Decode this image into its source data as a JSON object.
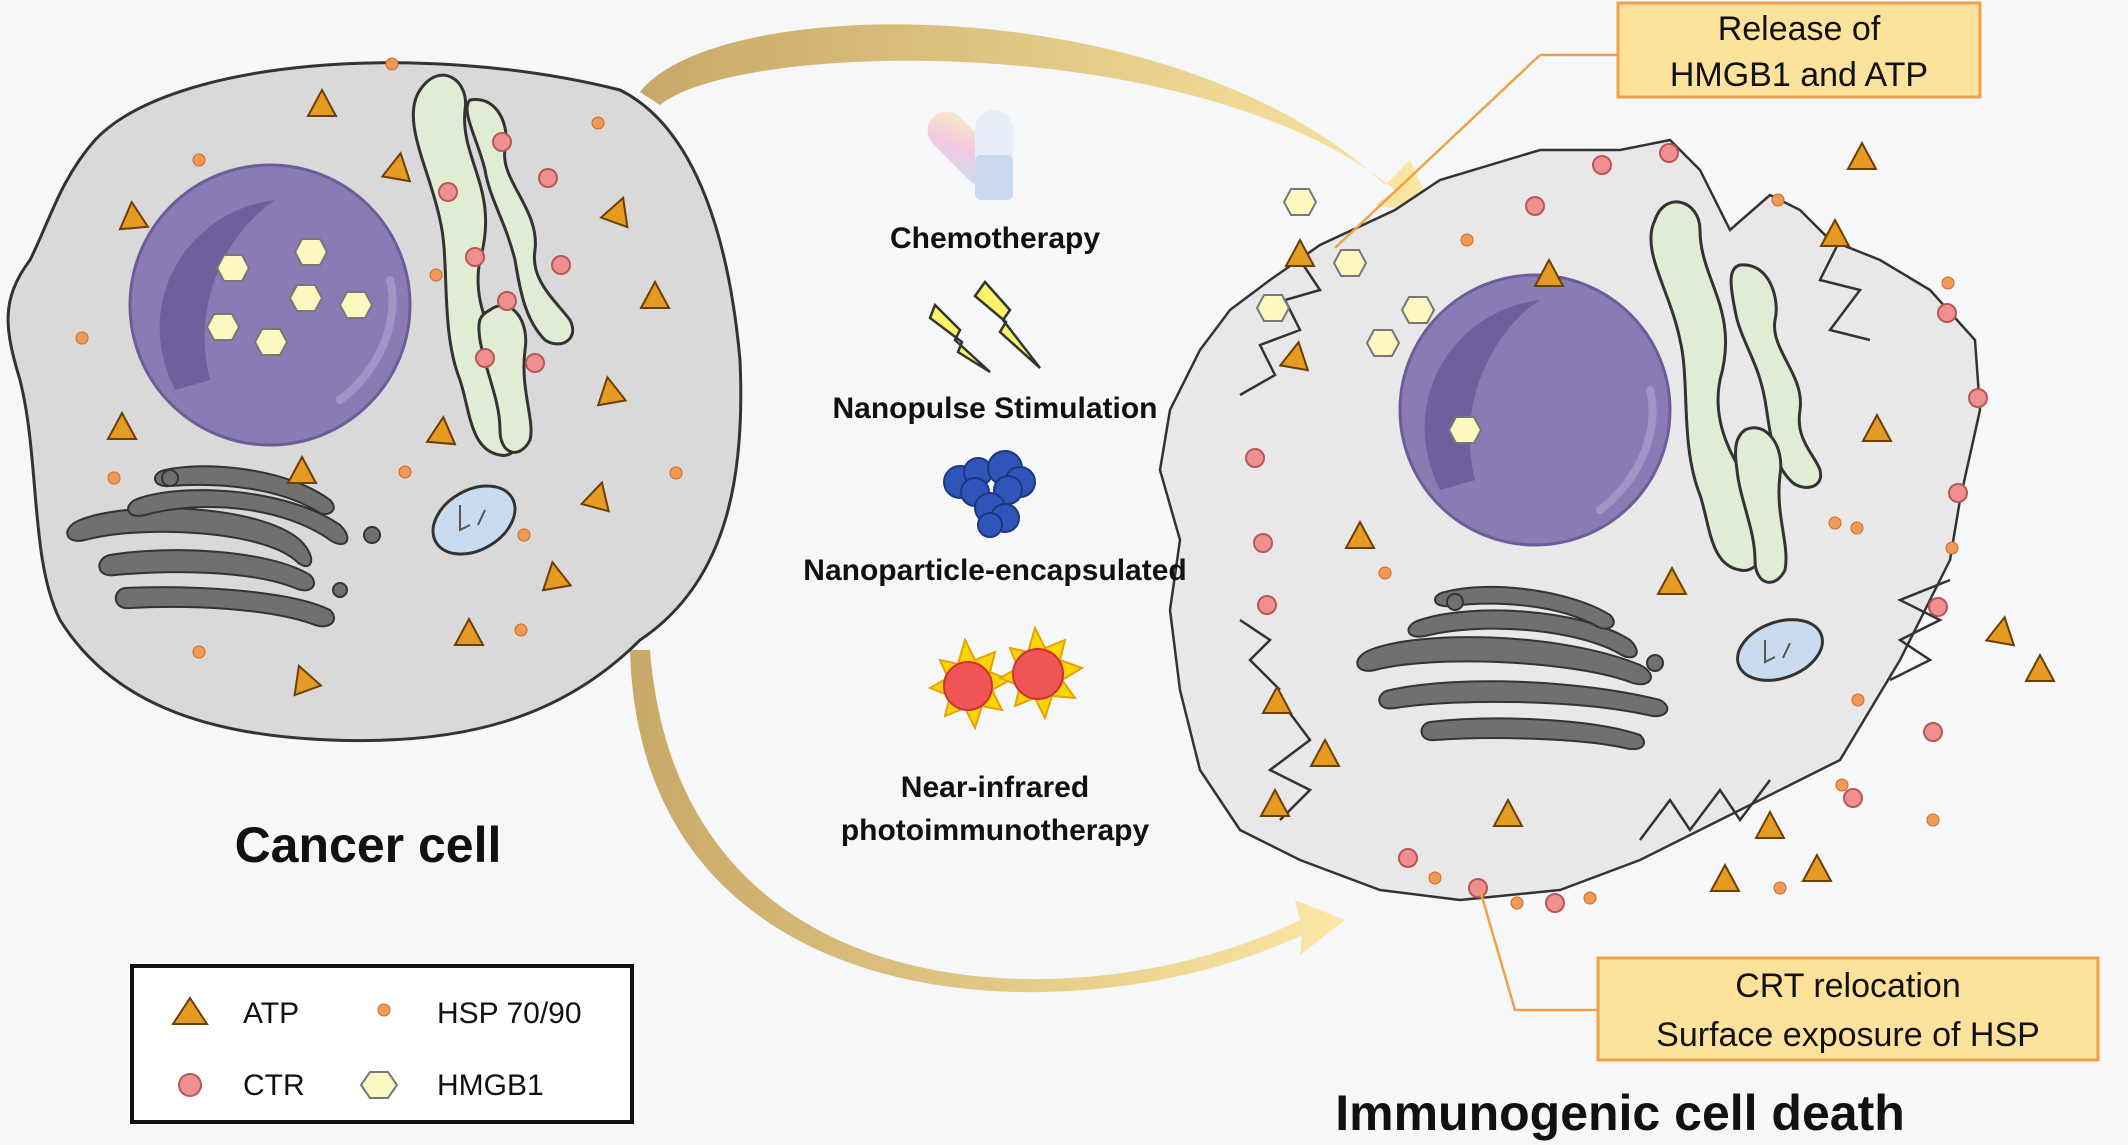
{
  "cells": {
    "left_title": "Cancer cell",
    "right_title": "Immunogenic cell death"
  },
  "treatments": [
    {
      "label": "Chemotherapy",
      "icon": "capsule-icon"
    },
    {
      "label": "Nanopulse Stimulation",
      "icon": "lightning-bolts-icon"
    },
    {
      "label": "Nanoparticle-encapsulated",
      "icon": "nanoparticle-cluster-icon"
    },
    {
      "label_line1": "Near-infrared",
      "label_line2": "photoimmunotherapy",
      "icon": "starburst-cells-icon"
    }
  ],
  "callouts": {
    "release": {
      "line1": "Release of",
      "line2": "HMGB1 and ATP"
    },
    "crt": {
      "line1": "CRT relocation",
      "line2": "Surface exposure of HSP"
    }
  },
  "legend": {
    "atp": "ATP",
    "hsp": "HSP 70/90",
    "ctr": "CTR",
    "hmgb1": "HMGB1"
  },
  "colors": {
    "cell_fill": "#d9d9d9",
    "dying_cell_fill": "#e8e8e8",
    "nucleus": "#8b7bb5",
    "er": "#e1ecd5",
    "golgi": "#707070",
    "mito": "#c9dcef",
    "atp": "#e59a22",
    "hsp": "#f09a55",
    "ctr": "#ef8f8f",
    "hmgb1": "#fdf7c0",
    "arrow": "#d9bc72",
    "callout_bg": "#fde29b",
    "callout_border": "#f0a14a"
  }
}
